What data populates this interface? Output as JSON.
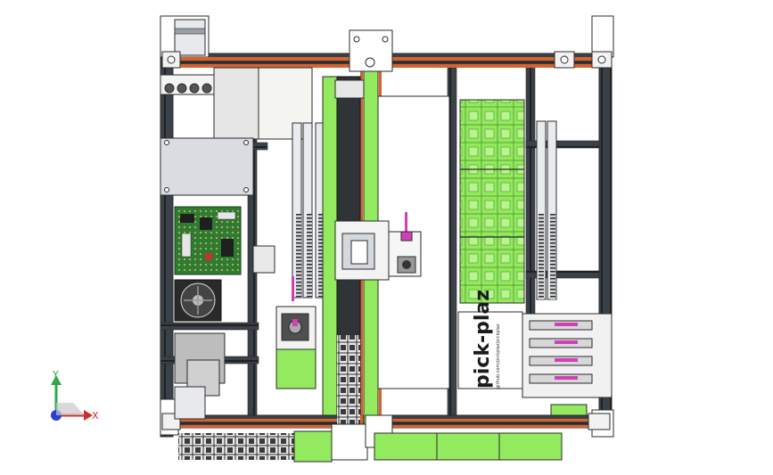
{
  "brand": {
    "name": "pick-plaz",
    "tagline": "github.com/pickplaz/pickplaz"
  },
  "triad": {
    "x_label": "X",
    "y_label": "Y"
  },
  "colors": {
    "background": "#ffffff",
    "frame_profile": "#3b4148",
    "frame_slot": "#20252a",
    "plate": "#d9dde2",
    "green_part": "#93ea5e",
    "belt_orange": "#d8612c",
    "pcb_green": "#2f7a34",
    "outline": "#2b2b2b",
    "axis_x": "#d12c2c",
    "axis_y": "#2ea84b",
    "axis_z": "#2c3fd1"
  }
}
